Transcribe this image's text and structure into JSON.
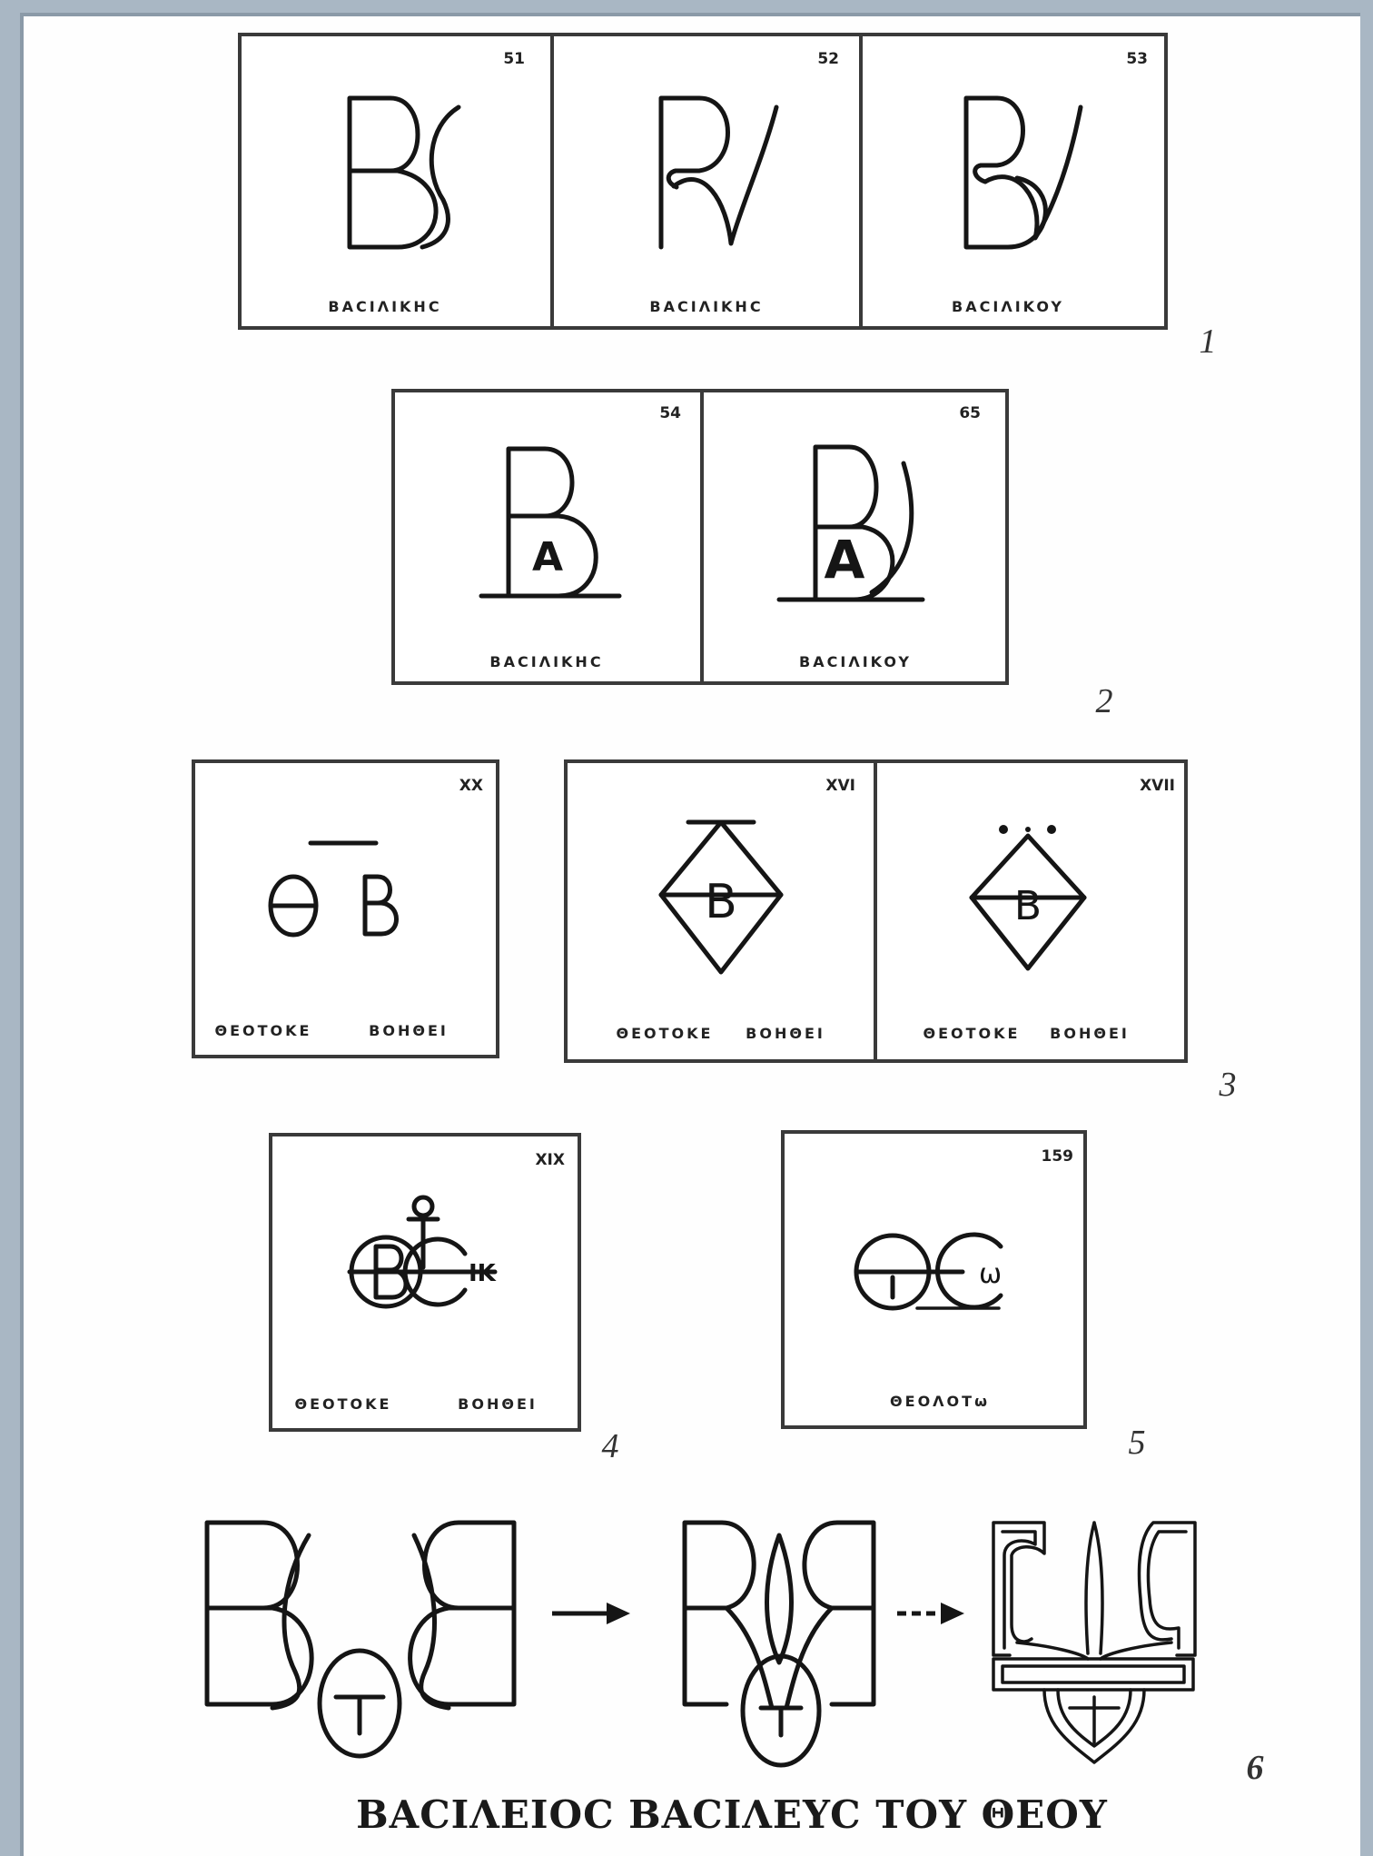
{
  "row1": {
    "group_label": "1",
    "panels": [
      {
        "number": "51",
        "caption": "BACIΛIKHC"
      },
      {
        "number": "52",
        "caption": "BACIΛIKHC"
      },
      {
        "number": "53",
        "caption": "BACIΛIKOY"
      }
    ]
  },
  "row2": {
    "group_label": "2",
    "panels": [
      {
        "number": "54",
        "caption": "BACIΛIKHC",
        "inner_letter": "A"
      },
      {
        "number": "65",
        "caption": "BACIΛIKOY",
        "inner_letter": "A"
      }
    ]
  },
  "row3": {
    "group_label": "3",
    "panels": [
      {
        "number": "XX",
        "caption_left": "ΘEOTOKE",
        "caption_right": "BOHΘEI",
        "letters": [
          "Θ",
          "B"
        ]
      },
      {
        "number": "XVI",
        "caption_left": "ΘEOTOKE",
        "caption_right": "BOHΘEI",
        "inner_letter": "B"
      },
      {
        "number": "XVII",
        "caption_left": "ΘEOTOKE",
        "caption_right": "BOHΘEI",
        "inner_letter": "B"
      }
    ]
  },
  "row4": {
    "panel_a": {
      "number": "XIX",
      "group_label": "4",
      "caption_left": "ΘEOTOKE",
      "caption_right": "BOHΘEI"
    },
    "panel_b": {
      "number": "159",
      "group_label": "5",
      "caption": "ΘEOΛOTω",
      "inner_letter": "ω"
    }
  },
  "row5": {
    "group_label": "6",
    "footer": "BACIΛEIOC BACIΛEYC TOY ΘEOY"
  }
}
